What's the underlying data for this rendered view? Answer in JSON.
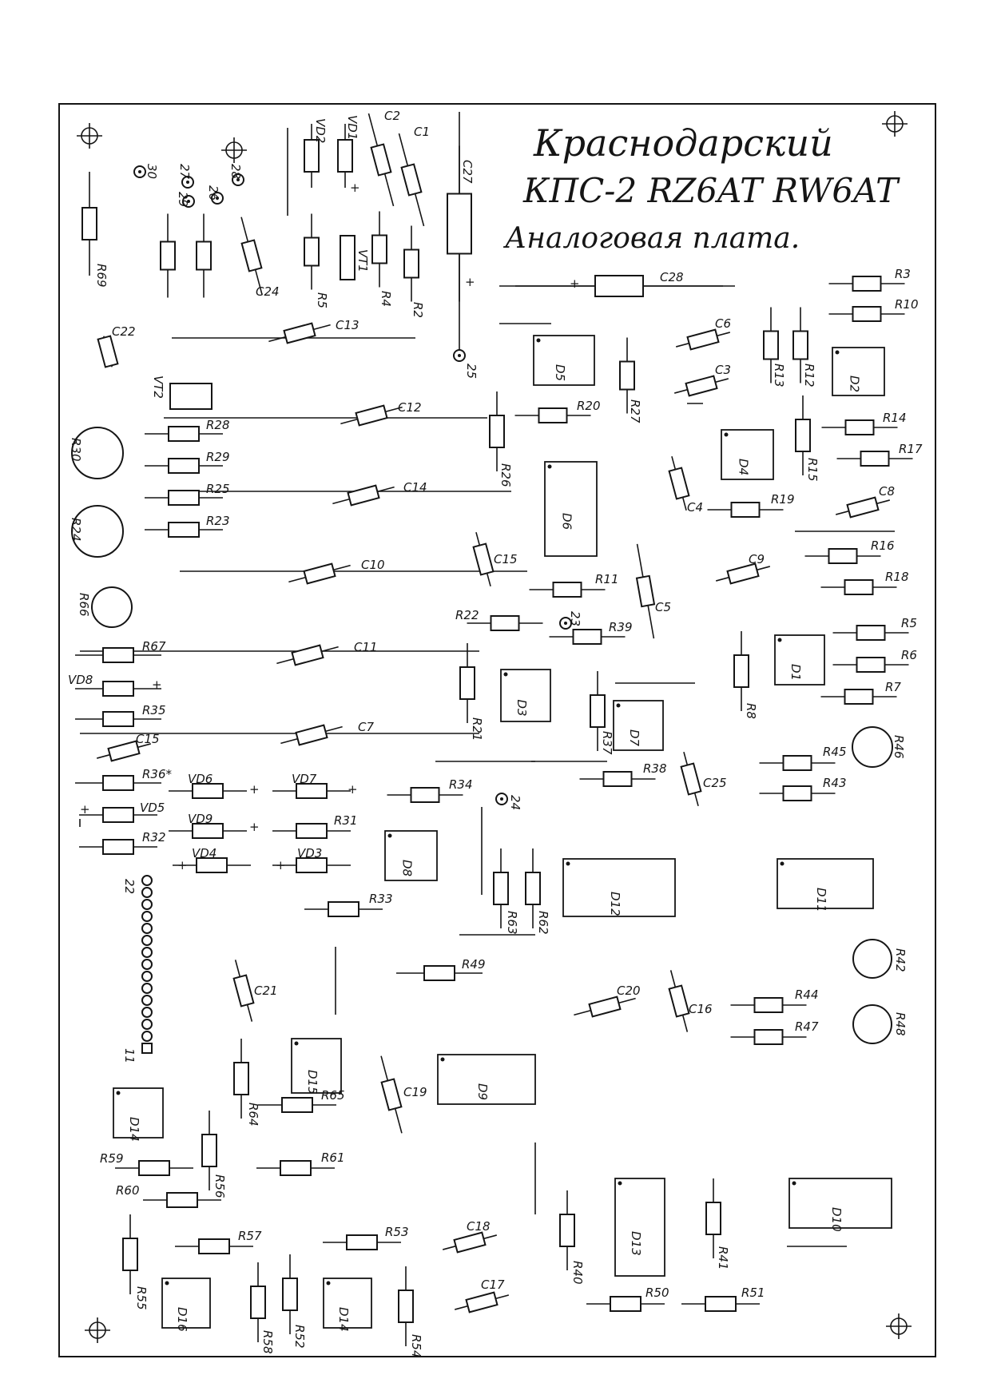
{
  "title": {
    "line1": "Краснодарский",
    "line2": "КПС-2  RZ6AT RW6AT",
    "line3": "Аналоговая плата."
  },
  "resistors": [
    {
      "label": "R69"
    },
    {
      "label": "R5"
    },
    {
      "label": "R4"
    },
    {
      "label": "R2"
    },
    {
      "label": "R3"
    },
    {
      "label": "R10"
    },
    {
      "label": "R13"
    },
    {
      "label": "R12"
    },
    {
      "label": "R27"
    },
    {
      "label": "R20"
    },
    {
      "label": "R14"
    },
    {
      "label": "R15"
    },
    {
      "label": "R17"
    },
    {
      "label": "R28"
    },
    {
      "label": "R29"
    },
    {
      "label": "R25"
    },
    {
      "label": "R23"
    },
    {
      "label": "R26"
    },
    {
      "label": "R19"
    },
    {
      "label": "R16"
    },
    {
      "label": "R18"
    },
    {
      "label": "R11"
    },
    {
      "label": "R22"
    },
    {
      "label": "R39"
    },
    {
      "label": "R5"
    },
    {
      "label": "R6"
    },
    {
      "label": "R7"
    },
    {
      "label": "R8"
    },
    {
      "label": "R67"
    },
    {
      "label": "R35"
    },
    {
      "label": "R21"
    },
    {
      "label": "R37"
    },
    {
      "label": "R45"
    },
    {
      "label": "R43"
    },
    {
      "label": "R36*"
    },
    {
      "label": "R38"
    },
    {
      "label": "R34"
    },
    {
      "label": "R32"
    },
    {
      "label": "R31"
    },
    {
      "label": "R33"
    },
    {
      "label": "R63"
    },
    {
      "label": "R62"
    },
    {
      "label": "R49"
    },
    {
      "label": "R44"
    },
    {
      "label": "R47"
    },
    {
      "label": "R64"
    },
    {
      "label": "R65"
    },
    {
      "label": "R59"
    },
    {
      "label": "R56"
    },
    {
      "label": "R61"
    },
    {
      "label": "R60"
    },
    {
      "label": "R57"
    },
    {
      "label": "R53"
    },
    {
      "label": "R55"
    },
    {
      "label": "R40"
    },
    {
      "label": "R41"
    },
    {
      "label": "R50"
    },
    {
      "label": "R51"
    },
    {
      "label": "R58"
    },
    {
      "label": "R52"
    },
    {
      "label": "R54"
    }
  ],
  "capacitors": [
    {
      "label": "C2"
    },
    {
      "label": "C1"
    },
    {
      "label": "C27"
    },
    {
      "label": "C24"
    },
    {
      "label": "C28"
    },
    {
      "label": "C13"
    },
    {
      "label": "C22"
    },
    {
      "label": "C6"
    },
    {
      "label": "C3"
    },
    {
      "label": "C12"
    },
    {
      "label": "C14"
    },
    {
      "label": "C4"
    },
    {
      "label": "C8"
    },
    {
      "label": "C10"
    },
    {
      "label": "C15"
    },
    {
      "label": "C9"
    },
    {
      "label": "C5"
    },
    {
      "label": "C11"
    },
    {
      "label": "C7"
    },
    {
      "label": "C15"
    },
    {
      "label": "C25"
    },
    {
      "label": "C21"
    },
    {
      "label": "C20"
    },
    {
      "label": "C16"
    },
    {
      "label": "C19"
    },
    {
      "label": "C18"
    },
    {
      "label": "C17"
    }
  ],
  "chips": [
    {
      "label": "D5"
    },
    {
      "label": "D2"
    },
    {
      "label": "D4"
    },
    {
      "label": "D6"
    },
    {
      "label": "D1"
    },
    {
      "label": "D3"
    },
    {
      "label": "D7"
    },
    {
      "label": "D8"
    },
    {
      "label": "D12"
    },
    {
      "label": "D11"
    },
    {
      "label": "D15"
    },
    {
      "label": "D9"
    },
    {
      "label": "D14"
    },
    {
      "label": "D13"
    },
    {
      "label": "D10"
    },
    {
      "label": "D16"
    },
    {
      "label": "D14"
    }
  ],
  "diodes": [
    {
      "label": "VD2"
    },
    {
      "label": "VD1"
    },
    {
      "label": "VD8"
    },
    {
      "label": "VD6"
    },
    {
      "label": "VD7"
    },
    {
      "label": "VD5"
    },
    {
      "label": "VD9"
    },
    {
      "label": "VD4"
    },
    {
      "label": "VD3"
    }
  ],
  "transistors": [
    {
      "label": "VT1"
    },
    {
      "label": "VT2"
    }
  ],
  "trimmers": [
    {
      "label": "R30"
    },
    {
      "label": "R24"
    },
    {
      "label": "R66"
    },
    {
      "label": "R46"
    },
    {
      "label": "R42"
    },
    {
      "label": "R48"
    }
  ],
  "pads": [
    {
      "label": "25"
    },
    {
      "label": "23"
    },
    {
      "label": "24"
    },
    {
      "label": "27"
    },
    {
      "label": "28"
    },
    {
      "label": "29"
    },
    {
      "label": "30"
    },
    {
      "label": "26"
    }
  ],
  "connector": {
    "first_pin": "22",
    "last_pin": "11"
  },
  "polarity_mark": "+",
  "colors": {
    "ink": "#151515",
    "paper": "#ffffff"
  }
}
